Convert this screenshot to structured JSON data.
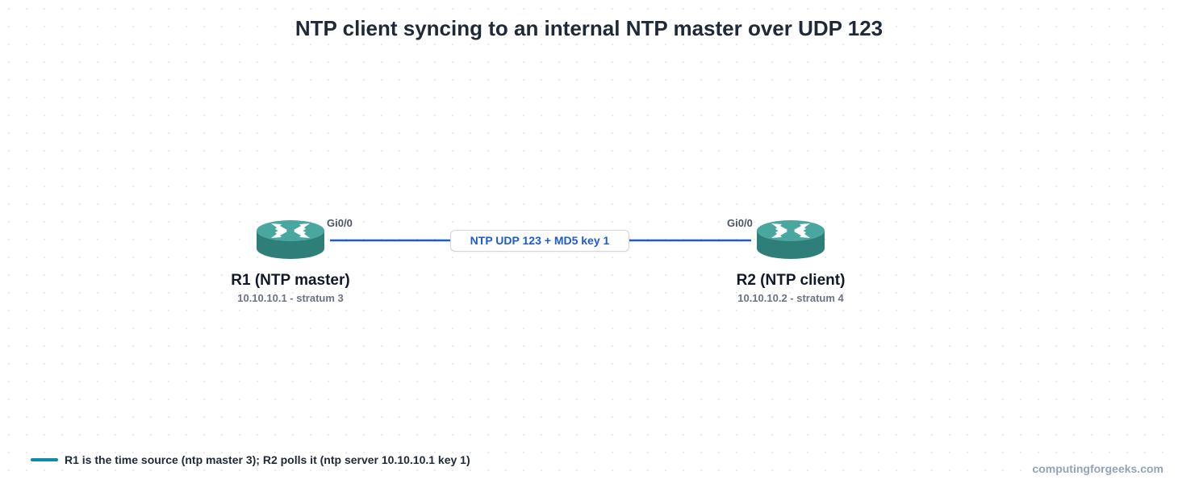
{
  "title": "NTP client syncing to an internal NTP master over UDP 123",
  "nodes": [
    {
      "name": "R1 (NTP master)",
      "sub": "10.10.10.1 - stratum 3",
      "interface": "Gi0/0",
      "icon": "router-icon"
    },
    {
      "name": "R2 (NTP client)",
      "sub": "10.10.10.2 - stratum 4",
      "interface": "Gi0/0",
      "icon": "router-icon"
    }
  ],
  "link": {
    "label": "NTP UDP 123 + MD5 key 1",
    "color": "#1d5bd6"
  },
  "legend": {
    "text": "R1 is the time source (ntp master 3); R2 polls it (ntp server 10.10.10.1 key 1)",
    "color": "#0e8ba8"
  },
  "watermark": "computingforgeeks.com",
  "colors": {
    "router_top": "#4aa7a0",
    "router_side": "#2e7f79",
    "title": "#1f2937"
  }
}
